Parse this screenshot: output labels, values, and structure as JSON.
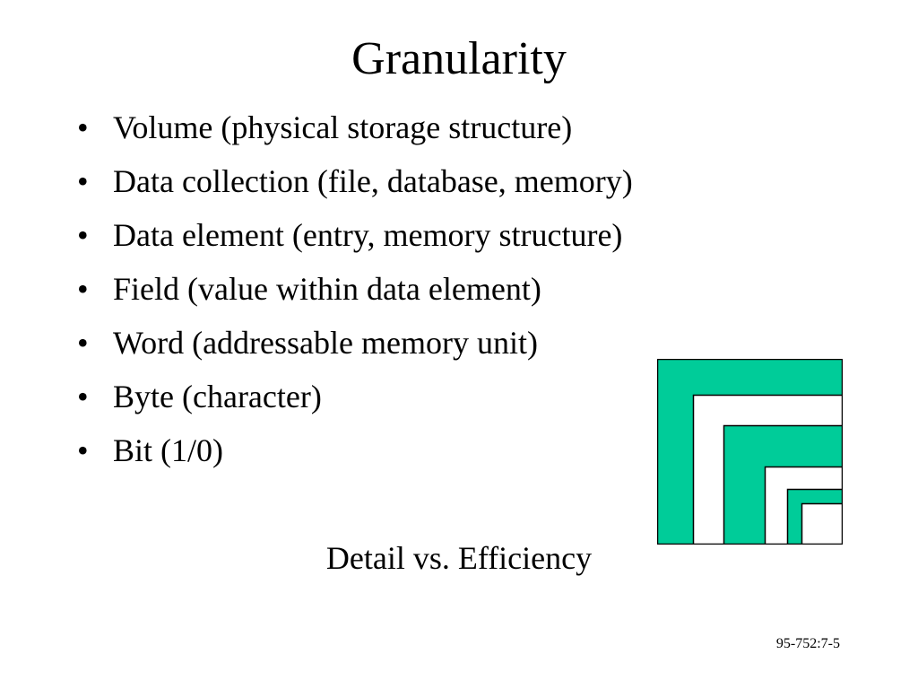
{
  "slide": {
    "title": "Granularity",
    "bullets": [
      "Volume (physical storage structure)",
      "Data collection (file, database, memory)",
      "Data element (entry, memory structure)",
      "Field (value within data element)",
      "Word (addressable memory unit)",
      "Byte (character)",
      "Bit (1/0)"
    ],
    "bullet_glyph": "•",
    "tagline": "Detail vs. Efficiency",
    "footer": "95-752:7-5"
  },
  "graphic": {
    "icon": "nested-squares-icon",
    "fill_color": "#00CC99",
    "background_color": "#FFFFFF",
    "outline_color": "#000000"
  }
}
